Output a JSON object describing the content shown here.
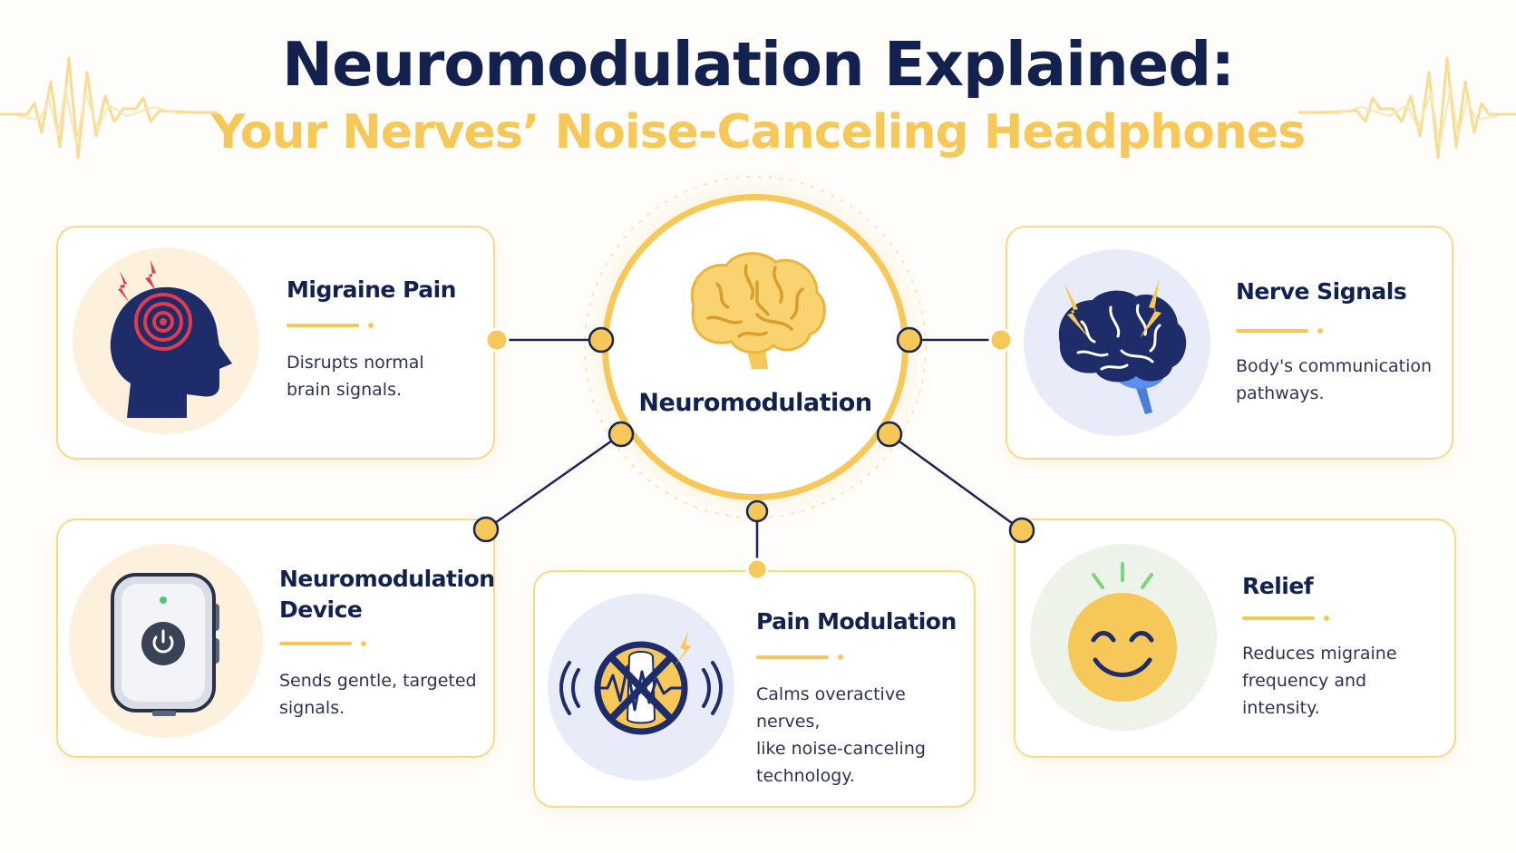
{
  "title": {
    "main": "Neuromodulation Explained:",
    "sub": "Your Nerves’ Noise-Canceling Headphones"
  },
  "hub": {
    "label": "Neuromodulation",
    "icon": "brain-icon"
  },
  "cards": [
    {
      "id": "migraine-pain",
      "title": "Migraine Pain",
      "description": "Disrupts normal\nbrain signals.",
      "icon": "head-pain-icon"
    },
    {
      "id": "nerve-signals",
      "title": "Nerve Signals",
      "description": "Body's communication\npathways.",
      "icon": "brain-lightning-icon"
    },
    {
      "id": "neuromodulation-device",
      "title": "Neuromodulation\nDevice",
      "description": "Sends gentle, targeted\nsignals.",
      "icon": "device-icon"
    },
    {
      "id": "pain-modulation",
      "title": "Pain Modulation",
      "description": "Calms overactive nerves,\nlike noise-canceling\ntechnology.",
      "icon": "noise-cancel-icon"
    },
    {
      "id": "relief",
      "title": "Relief",
      "description": "Reduces migraine\nfrequency and\nintensity.",
      "icon": "smiley-icon"
    }
  ],
  "colors": {
    "navy": "#13214e",
    "gold": "#f6c85a",
    "border": "#f7d98a",
    "text": "#2c3450"
  }
}
